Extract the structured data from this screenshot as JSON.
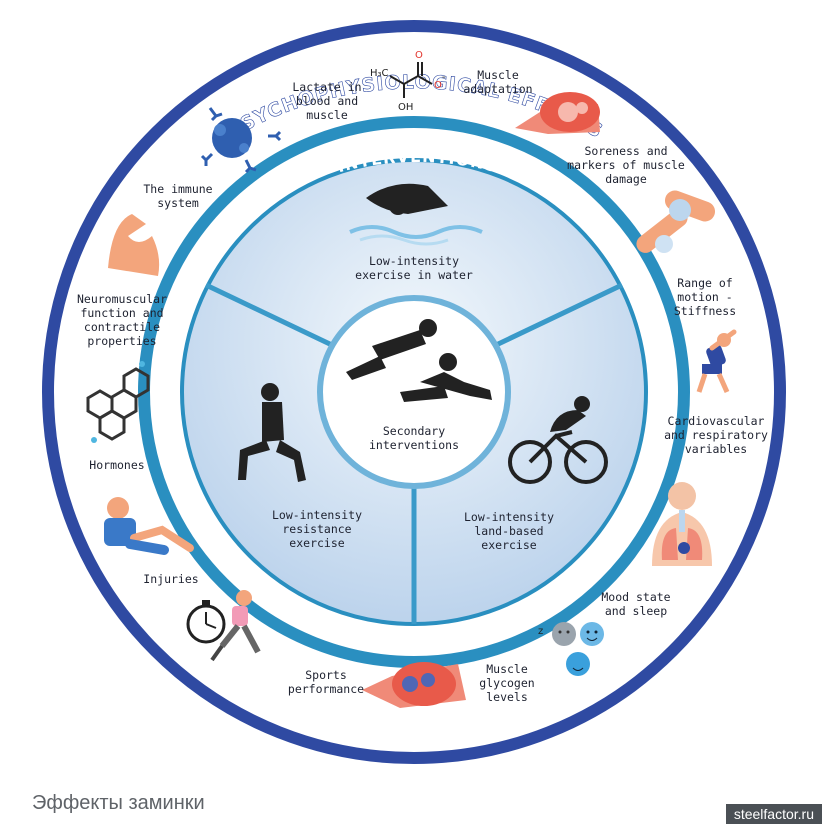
{
  "outer_ring_title": "PSYCHOPHYSIOLOGICAL EFFECTS",
  "inner_ring_title": "INTERVENTIONS",
  "effects": {
    "lactate": "Lactate in blood and muscle",
    "muscle_adaptation": "Muscle adaptation",
    "soreness": "Soreness and markers of muscle damage",
    "range_of_motion": "Range of motion - Stiffness",
    "cardiovascular": "Cardiovascular and respiratory variables",
    "mood": "Mood state and sleep",
    "glycogen": "Muscle glycogen levels",
    "sports_performance": "Sports performance",
    "injuries": "Injuries",
    "hormones": "Hormones",
    "neuromuscular": "Neuromuscular function and contractile properties",
    "immune": "The immune system"
  },
  "interventions": {
    "water": "Low-intensity exercise in water",
    "resistance": "Low-intensity resistance exercise",
    "land": "Low-intensity land-based exercise",
    "secondary": "Secondary interventions"
  },
  "chem_labels": {
    "ch3": "H₃C",
    "oh": "OH",
    "o": "O",
    "minus": "-"
  },
  "caption": "Эффекты заминки",
  "watermark": "steelfactor.ru",
  "colors": {
    "outer_ring": "#2f4aa2",
    "inner_ring": "#2a8fc0",
    "light_fill": "#e6f0f8",
    "mid_fill": "#c2d8ee",
    "icon_orange": "#f3a57c",
    "icon_blue": "#3a79c8",
    "silhouette": "#222222"
  }
}
